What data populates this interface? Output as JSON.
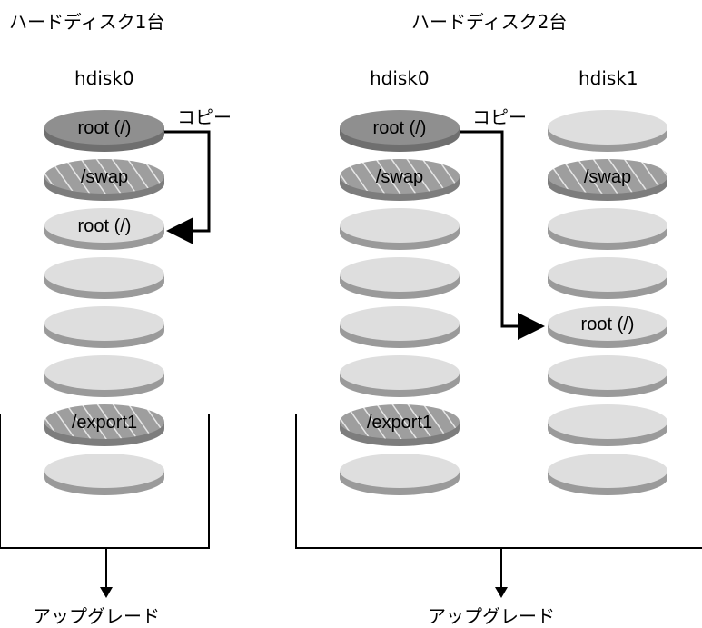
{
  "colors": {
    "root_fill": "#8f8f8f",
    "root_edge": "#6f6f6f",
    "plain_fill": "#dedede",
    "plain_edge": "#9a9a9a",
    "hatch_fill": "#9e9e9e",
    "hatch_line": "#e6e6e6",
    "line": "#000000"
  },
  "left_panel": {
    "title": "ハードディスク1台",
    "disk_label": "hdisk0",
    "copy_label": "コピー",
    "upgrade_label": "アップグレード",
    "slices": [
      {
        "label": "root (/)",
        "style": "root"
      },
      {
        "label": "/swap",
        "style": "hatched"
      },
      {
        "label": "root (/)",
        "style": "plain"
      },
      {
        "label": "",
        "style": "plain"
      },
      {
        "label": "",
        "style": "plain"
      },
      {
        "label": "",
        "style": "plain"
      },
      {
        "label": "/export1",
        "style": "hatched"
      },
      {
        "label": "",
        "style": "plain"
      }
    ]
  },
  "right_panel": {
    "title": "ハードディスク2台",
    "disk0_label": "hdisk0",
    "disk1_label": "hdisk1",
    "copy_label": "コピー",
    "upgrade_label": "アップグレード",
    "disk0_slices": [
      {
        "label": "root (/)",
        "style": "root"
      },
      {
        "label": "/swap",
        "style": "hatched"
      },
      {
        "label": "",
        "style": "plain"
      },
      {
        "label": "",
        "style": "plain"
      },
      {
        "label": "",
        "style": "plain"
      },
      {
        "label": "",
        "style": "plain"
      },
      {
        "label": "/export1",
        "style": "hatched"
      },
      {
        "label": "",
        "style": "plain"
      }
    ],
    "disk1_slices": [
      {
        "label": "",
        "style": "plain"
      },
      {
        "label": "/swap",
        "style": "hatched"
      },
      {
        "label": "",
        "style": "plain"
      },
      {
        "label": "",
        "style": "plain"
      },
      {
        "label": "root (/)",
        "style": "plain"
      },
      {
        "label": "",
        "style": "plain"
      },
      {
        "label": "",
        "style": "plain"
      },
      {
        "label": "",
        "style": "plain"
      }
    ]
  }
}
